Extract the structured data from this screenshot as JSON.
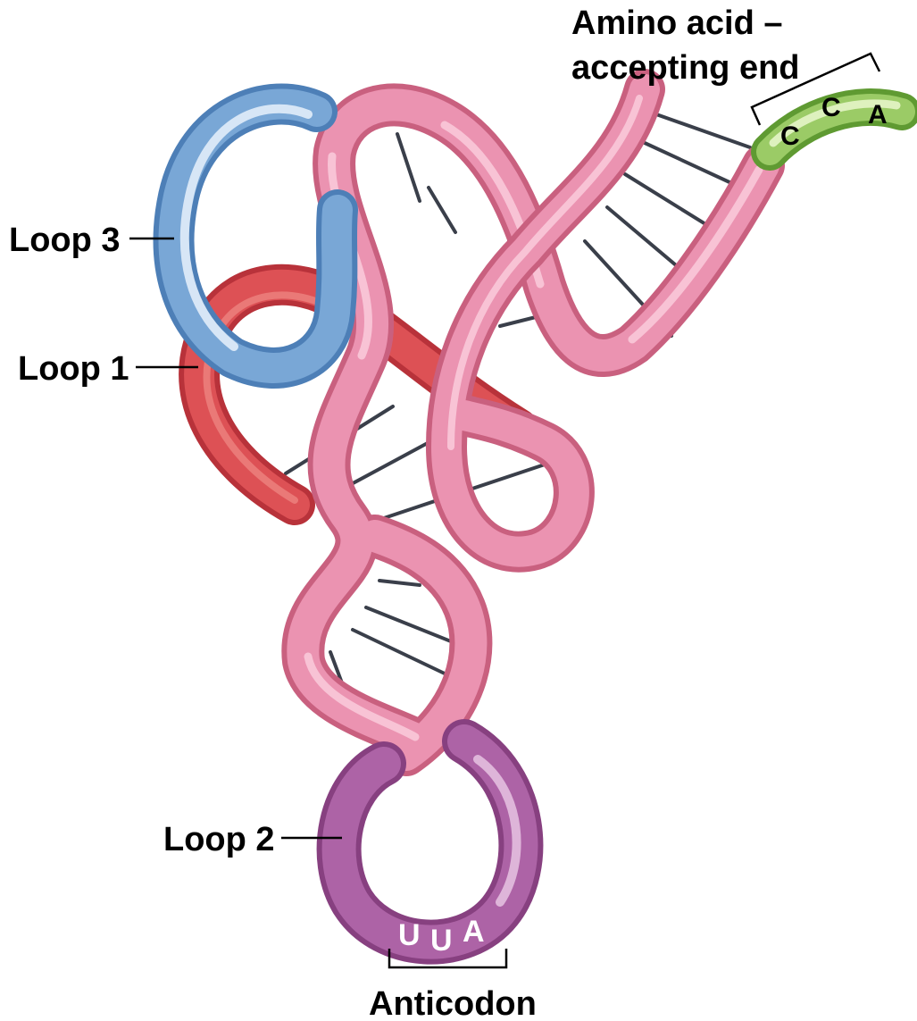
{
  "labels": {
    "amino_acid_line1": "Amino acid –",
    "amino_acid_line2": "accepting end",
    "loop3": "Loop 3",
    "loop1": "Loop 1",
    "loop2": "Loop 2",
    "anticodon": "Anticodon"
  },
  "acceptor_bases": [
    "C",
    "C",
    "A"
  ],
  "anticodon_bases": [
    "U",
    "U",
    "A"
  ],
  "colors": {
    "backbone": "#e889aa",
    "backbone_highlight": "#f7c3d4",
    "loop1": "#d9474a",
    "loop2": "#a65a9f",
    "loop3": "#6f9fd0",
    "acceptor": "#8cc25a"
  }
}
